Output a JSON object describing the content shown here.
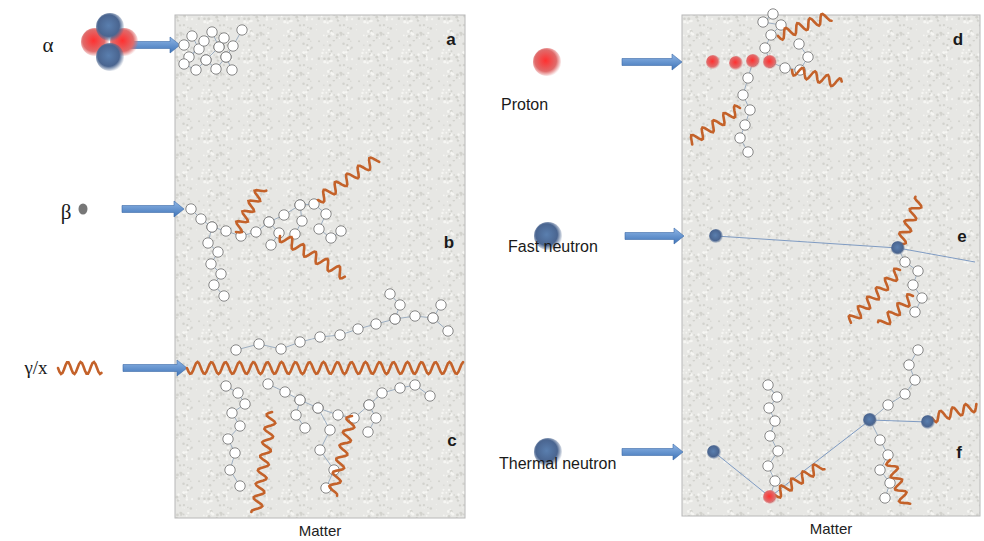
{
  "diagram": {
    "nodes": [
      {
        "text": [
          "Matter"
        ]
      },
      {
        "text": [
          "Matter"
        ]
      }
    ],
    "labels": [
      "α",
      "β",
      "γ/x",
      "a",
      "b",
      "c",
      "Proton",
      "Fast neutron",
      "Thermal neutron",
      "d",
      "e",
      "f"
    ]
  }
}
